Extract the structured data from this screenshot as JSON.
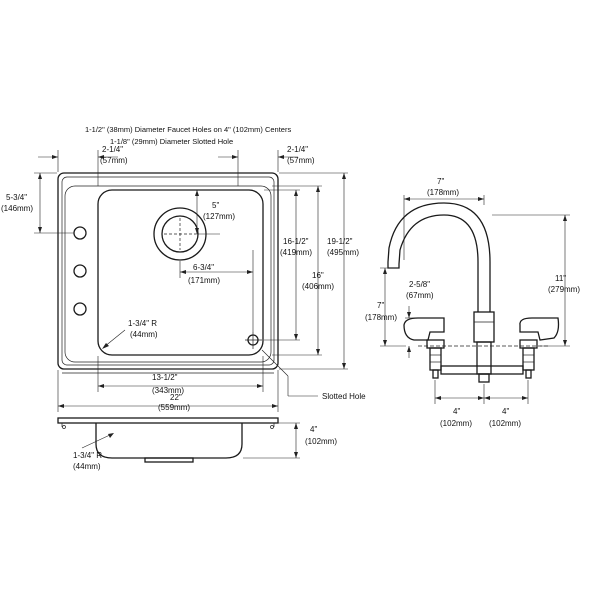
{
  "notes": {
    "faucet_holes": "1-1/2\" (38mm) Diameter Faucet Holes on 4\" (102mm) Centers",
    "slotted_hole": "1-1/8\" (29mm) Diameter Slotted Hole",
    "slotted_hole_label": "Slotted Hole"
  },
  "top_view": {
    "left_offset": {
      "in": "2-1/4\"",
      "mm": "(57mm)"
    },
    "right_offset": {
      "in": "2-1/4\"",
      "mm": "(57mm)"
    },
    "side_depth": {
      "in": "5-3/4\"",
      "mm": "(146mm)"
    },
    "drain_to_back": {
      "in": "5\"",
      "mm": "(127mm)"
    },
    "drain_to_side": {
      "in": "6-3/4\"",
      "mm": "(171mm)"
    },
    "bowl_depth": {
      "in": "16-1/2\"",
      "mm": "(419mm)"
    },
    "overall_depth": {
      "in": "19-1/2\"",
      "mm": "(495mm)"
    },
    "bowl_inner_depth": {
      "in": "16\"",
      "mm": "(406mm)"
    },
    "corner_radius": {
      "in": "1-3/4\" R",
      "mm": "(44mm)"
    },
    "bowl_width": {
      "in": "13-1/2\"",
      "mm": "(343mm)"
    },
    "overall_width": {
      "in": "22\"",
      "mm": "(559mm)"
    }
  },
  "side_view": {
    "corner_radius": {
      "in": "1-3/4\" R",
      "mm": "(44mm)"
    },
    "bowl_depth": {
      "in": "4\"",
      "mm": "(102mm)"
    }
  },
  "faucet": {
    "spout_reach": {
      "in": "7\"",
      "mm": "(178mm)"
    },
    "overall_height": {
      "in": "11\"",
      "mm": "(279mm)"
    },
    "spout_height": {
      "in": "7\"",
      "mm": "(178mm)"
    },
    "handle_height": {
      "in": "2-5/8\"",
      "mm": "(67mm)"
    },
    "left_center": {
      "in": "4\"",
      "mm": "(102mm)"
    },
    "right_center": {
      "in": "4\"",
      "mm": "(102mm)"
    }
  }
}
